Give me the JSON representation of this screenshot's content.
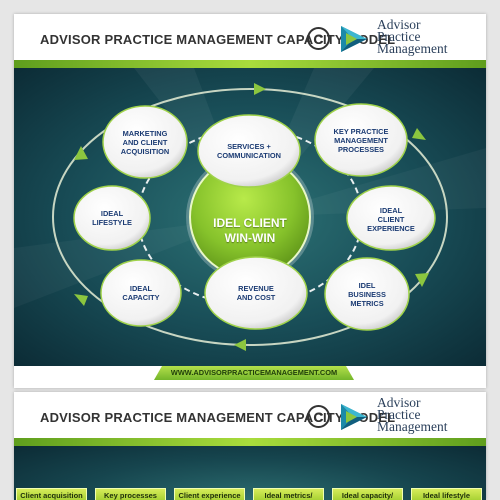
{
  "slide1": {
    "title": "ADVISOR PRACTICE MANAGEMENT CAPACITY MODEL",
    "copyright_symbol": "C",
    "logo": {
      "line1": "Advisor",
      "line2": "Practice",
      "line3": "Management"
    },
    "center": {
      "line1": "IDEL CLIENT",
      "line2": "WIN-WIN"
    },
    "nodes": {
      "marketing": [
        "MARKETING",
        "AND CLIENT",
        "ACQUISITION"
      ],
      "services": [
        "SERVICES +",
        "COMMUNICATION"
      ],
      "key_practice": [
        "KEY PRACTICE",
        "MANAGEMENT",
        "PROCESSES"
      ],
      "ideal_lifestyle": [
        "IDEAL",
        "LIFESTYLE"
      ],
      "ideal_client_experience": [
        "IDEAL",
        "CLIENT",
        "EXPERIENCE"
      ],
      "ideal_capacity": [
        "IDEAL",
        "CAPACITY"
      ],
      "revenue": [
        "REVENUE",
        "AND COST"
      ],
      "idel_business_metrics": [
        "IDEL",
        "BUSINESS",
        "METRICS"
      ]
    },
    "url": "WWW.ADVISORPRACTICEMANAGEMENT.COM"
  },
  "slide2": {
    "title": "ADVISOR PRACTICE MANAGEMENT CAPACITY MODEL",
    "copyright_symbol": "C",
    "logo": {
      "line1": "Advisor",
      "line2": "Practice",
      "line3": "Management"
    },
    "tabs": [
      "Client acquisition",
      "Key processes",
      "Client experience",
      "Ideal metrics/",
      "Ideal capacity/",
      "Ideal lifestyle"
    ]
  },
  "colors": {
    "accent_green": "#8cc63f",
    "dark_teal": "#134049",
    "node_text": "#1b3b73"
  },
  "icons": [
    "logo-triangle-icon",
    "copyright-icon",
    "cycle-arrow-icon"
  ]
}
